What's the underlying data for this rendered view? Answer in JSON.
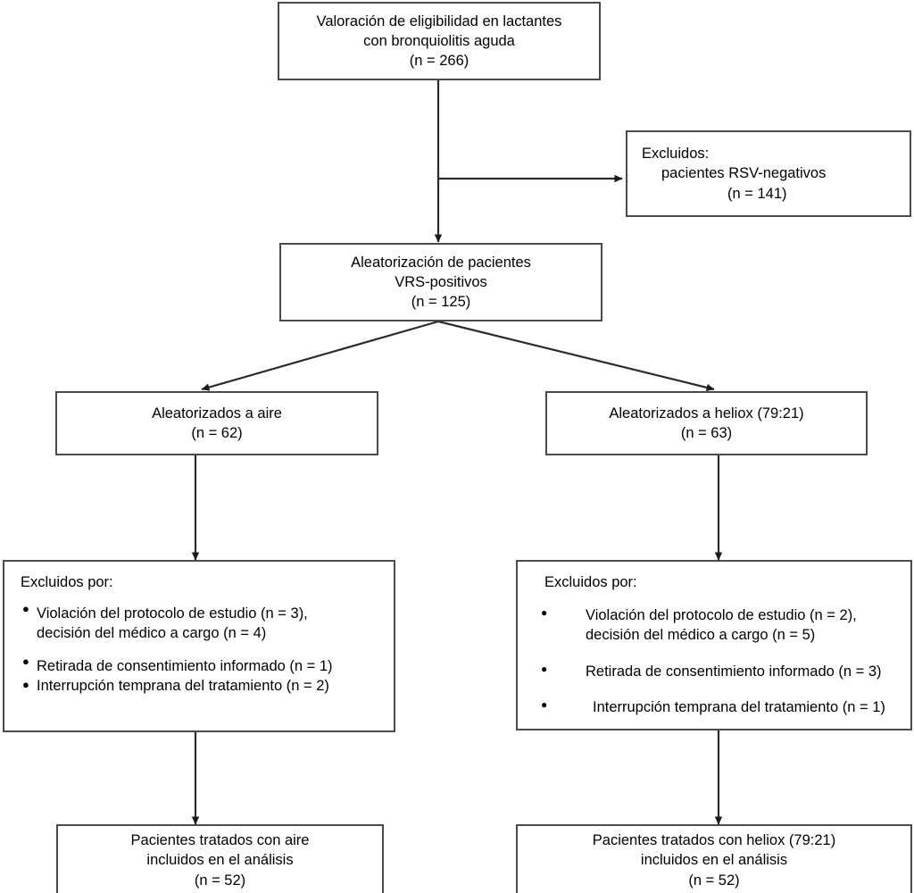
{
  "diagram": {
    "title": "Diagrama de flujo CONSORT del ensayo de heliox en bronquiolitis aguda",
    "language": "es",
    "line_color": "#2b2b2b",
    "box_border_color": "#4a4a4a",
    "background_color": "#ffffff"
  },
  "nodes": {
    "eligibility": {
      "id": "eligibility",
      "line1": "Valoración de eligibilidad en lactantes",
      "line2": "con bronquiolitis aguda",
      "line3": "(n =  266)",
      "n": 266
    },
    "excluded_rsv": {
      "id": "excluded-rsv",
      "line1": "Excluidos:",
      "line2": "pacientes RSV-negativos",
      "line3": "(n = 141)",
      "n": 141
    },
    "randomization": {
      "id": "randomization",
      "line1": "Aleatorización de pacientes",
      "line2": "VRS-positivos",
      "line3": "(n = 125)",
      "n": 125
    },
    "allocated_air": {
      "id": "allocated-air",
      "line1": "Aleatorizados a aire",
      "line2": "(n = 62)",
      "n": 62
    },
    "allocated_heliox": {
      "id": "allocated-heliox",
      "line1": "Aleatorizados a heliox (79:21)",
      "line2": "(n = 63)",
      "n": 63
    },
    "excluded_air": {
      "id": "excluded-air",
      "heading": "Excluidos por:",
      "bullets": [
        {
          "line1": "Violación del protocolo de estudio (n =  3),",
          "line2": "decisión del médico a cargo (n = 4)",
          "n_protocol": 3,
          "n_physician": 4
        },
        {
          "line1": "Retirada de consentimiento informado (n = 1)",
          "n": 1
        },
        {
          "line1": "Interrupción temprana del tratamiento (n = 2)",
          "n": 2
        }
      ]
    },
    "excluded_heliox": {
      "id": "excluded-heliox",
      "heading": "Excluidos por:",
      "bullets": [
        {
          "line1": "Violación del protocolo de estudio (n =  2),",
          "line2": "decisión del médico a cargo (n = 5)",
          "n_protocol": 2,
          "n_physician": 5
        },
        {
          "line1": "Retirada de consentimiento informado (n = 3)",
          "n": 3
        },
        {
          "line1": "Interrupción temprana del tratamiento (n = 1)",
          "n": 1
        }
      ]
    },
    "analyzed_air": {
      "id": "analyzed-air",
      "line1": "Pacientes tratados con aire",
      "line2": "incluidos en el análisis",
      "line3": "(n = 52)",
      "n": 52
    },
    "analyzed_heliox": {
      "id": "analyzed-heliox",
      "line1": "Pacientes tratados con heliox (79:21)",
      "line2": "incluidos en el análisis",
      "line3": "(n = 52)",
      "n": 52
    }
  },
  "bullet_glyph": "●"
}
